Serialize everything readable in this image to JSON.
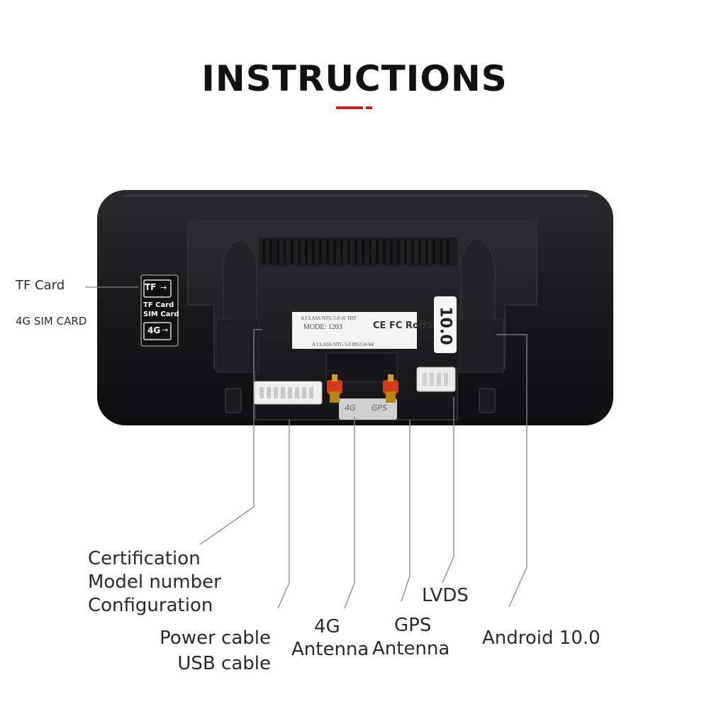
{
  "header": {
    "title": "INSTRUCTIONS"
  },
  "labels": {
    "tf_card": "TF Card",
    "sim_card": "4G SIM CARD",
    "certification": [
      "Certification",
      "Model number",
      "Configuration"
    ],
    "power": [
      "Power cable",
      "USB cable"
    ],
    "antenna_4g": [
      "4G",
      "Antenna"
    ],
    "antenna_gps": [
      "GPS",
      "Antenna"
    ],
    "lvds": "LVDS",
    "android": "Android 10.0"
  },
  "device": {
    "slot_tf": "TF",
    "slot_tf_sim_1": "TF Card",
    "slot_tf_sim_2": "SIM Card",
    "slot_4g": "4G",
    "sticker_line1": "A CLASS NTG 5.0 16 TBT",
    "sticker_model": "MODE:   1203",
    "sticker_marks": "CE FC RoHS",
    "sticker_line3": "A CLASS NTG 5.0 8953 4+64",
    "version_tag": "10.0",
    "plate_4g": "4G",
    "plate_gps": "GPS"
  },
  "colors": {
    "accent": "#c8201f",
    "device_body": "#1b1b1d",
    "connector": "#e9e9e9",
    "antenna": "#d13b1a"
  }
}
